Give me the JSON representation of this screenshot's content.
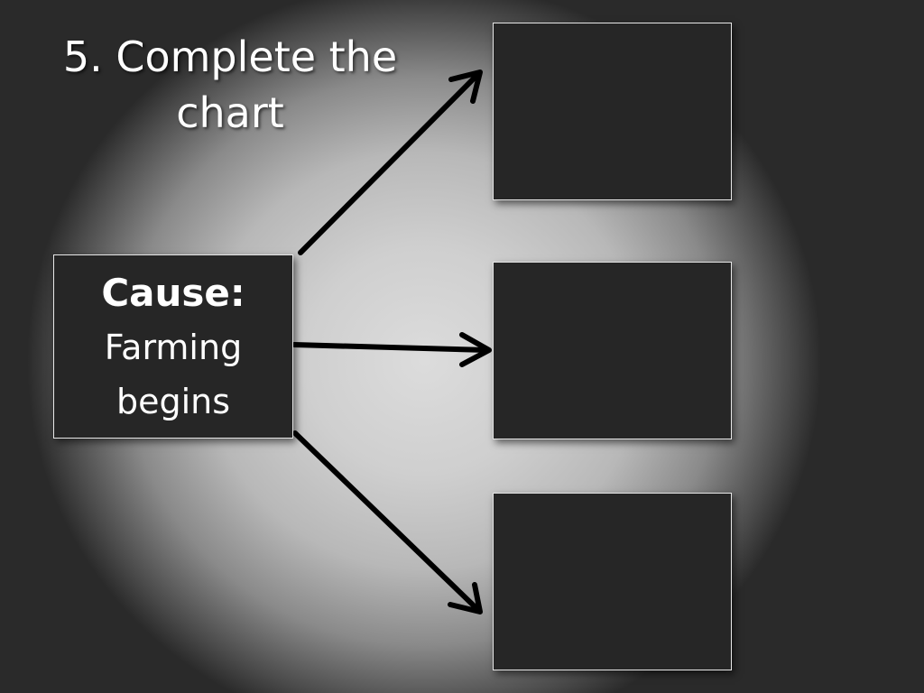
{
  "title": {
    "line1": "5.  Complete the",
    "line2": "chart"
  },
  "cause": {
    "label": "Cause:",
    "text_line1": "Farming",
    "text_line2": "begins"
  },
  "effects": [
    {
      "text": ""
    },
    {
      "text": ""
    },
    {
      "text": ""
    }
  ],
  "colors": {
    "box_fill": "#262626",
    "box_border": "#e8e8e8",
    "arrow": "#000000",
    "text": "#ffffff"
  }
}
